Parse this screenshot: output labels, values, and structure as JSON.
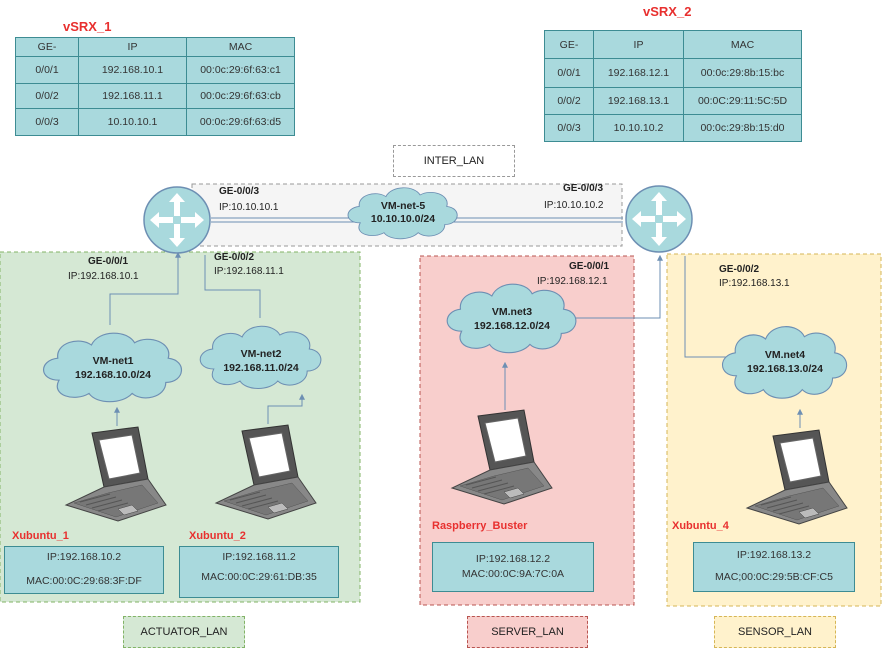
{
  "routers": [
    {
      "name": "vSRX_1",
      "table": {
        "headers": [
          "GE-",
          "IP",
          "MAC"
        ],
        "rows": [
          [
            "0/0/1",
            "192.168.10.1",
            "00:0c:29:6f:63:c1"
          ],
          [
            "0/0/2",
            "192.168.11.1",
            "00:0c:29:6f:63:cb"
          ],
          [
            "0/0/3",
            "10.10.10.1",
            "00:0c:29:6f:63:d5"
          ]
        ]
      },
      "iface_labels": [
        {
          "name": "GE-0/0/3",
          "ip": "IP:10.10.10.1"
        },
        {
          "name": "GE-0/0/1",
          "ip": "IP:192.168.10.1"
        },
        {
          "name": "GE-0/0/2",
          "ip": "IP:192.168.11.1"
        }
      ]
    },
    {
      "name": "vSRX_2",
      "table": {
        "headers": [
          "GE-",
          "IP",
          "MAC"
        ],
        "rows": [
          [
            "0/0/1",
            "192.168.12.1",
            "00:0c:29:8b:15:bc"
          ],
          [
            "0/0/2",
            "192.168.13.1",
            "00:0C:29:11:5C:5D"
          ],
          [
            "0/0/3",
            "10.10.10.2",
            "00:0c:29:8b:15:d0"
          ]
        ]
      },
      "iface_labels": [
        {
          "name": "GE-0/0/3",
          "ip": "IP:10.10.10.2"
        },
        {
          "name": "GE-0/0/1",
          "ip": "IP:192.168.12.1"
        },
        {
          "name": "GE-0/0/2",
          "ip": "IP:192.168.13.1"
        }
      ]
    }
  ],
  "inter_lan_label": "INTER_LAN",
  "clouds": [
    {
      "name": "VM-net-5",
      "net": "10.10.10.0/24"
    },
    {
      "name": "VM-net1",
      "net": "192.168.10.0/24"
    },
    {
      "name": "VM-net2",
      "net": "192.168.11.0/24"
    },
    {
      "name": "VM.net3",
      "net": "192.168.12.0/24"
    },
    {
      "name": "VM.net4",
      "net": "192.168.13.0/24"
    }
  ],
  "hosts": [
    {
      "name": "Xubuntu_1",
      "ip": "IP:192.168.10.2",
      "mac": "MAC:00:0C:29:68:3F:DF"
    },
    {
      "name": "Xubuntu_2",
      "ip": "IP:192.168.11.2",
      "mac": "MAC:00:0C:29:61:DB:35"
    },
    {
      "name": "Raspberry_Buster",
      "ip": "IP:192.168.12.2",
      "mac": "MAC:00:0C:9A:7C:0A"
    },
    {
      "name": "Xubuntu_4",
      "ip": "IP:192.168.13.2",
      "mac": "MAC;00:0C:29:5B:CF:C5"
    }
  ],
  "zones": [
    {
      "label": "ACTUATOR_LAN",
      "color": "#d5e8d4",
      "border": "#82b366"
    },
    {
      "label": "SERVER_LAN",
      "color": "#f8cecc",
      "border": "#b85450"
    },
    {
      "label": "SENSOR_LAN",
      "color": "#fff2cc",
      "border": "#d6b656"
    }
  ],
  "colors": {
    "router": "#a9d9dd",
    "cloud": "#a9d9dd",
    "link": "#6d8fb3",
    "title": "#e8302f"
  }
}
